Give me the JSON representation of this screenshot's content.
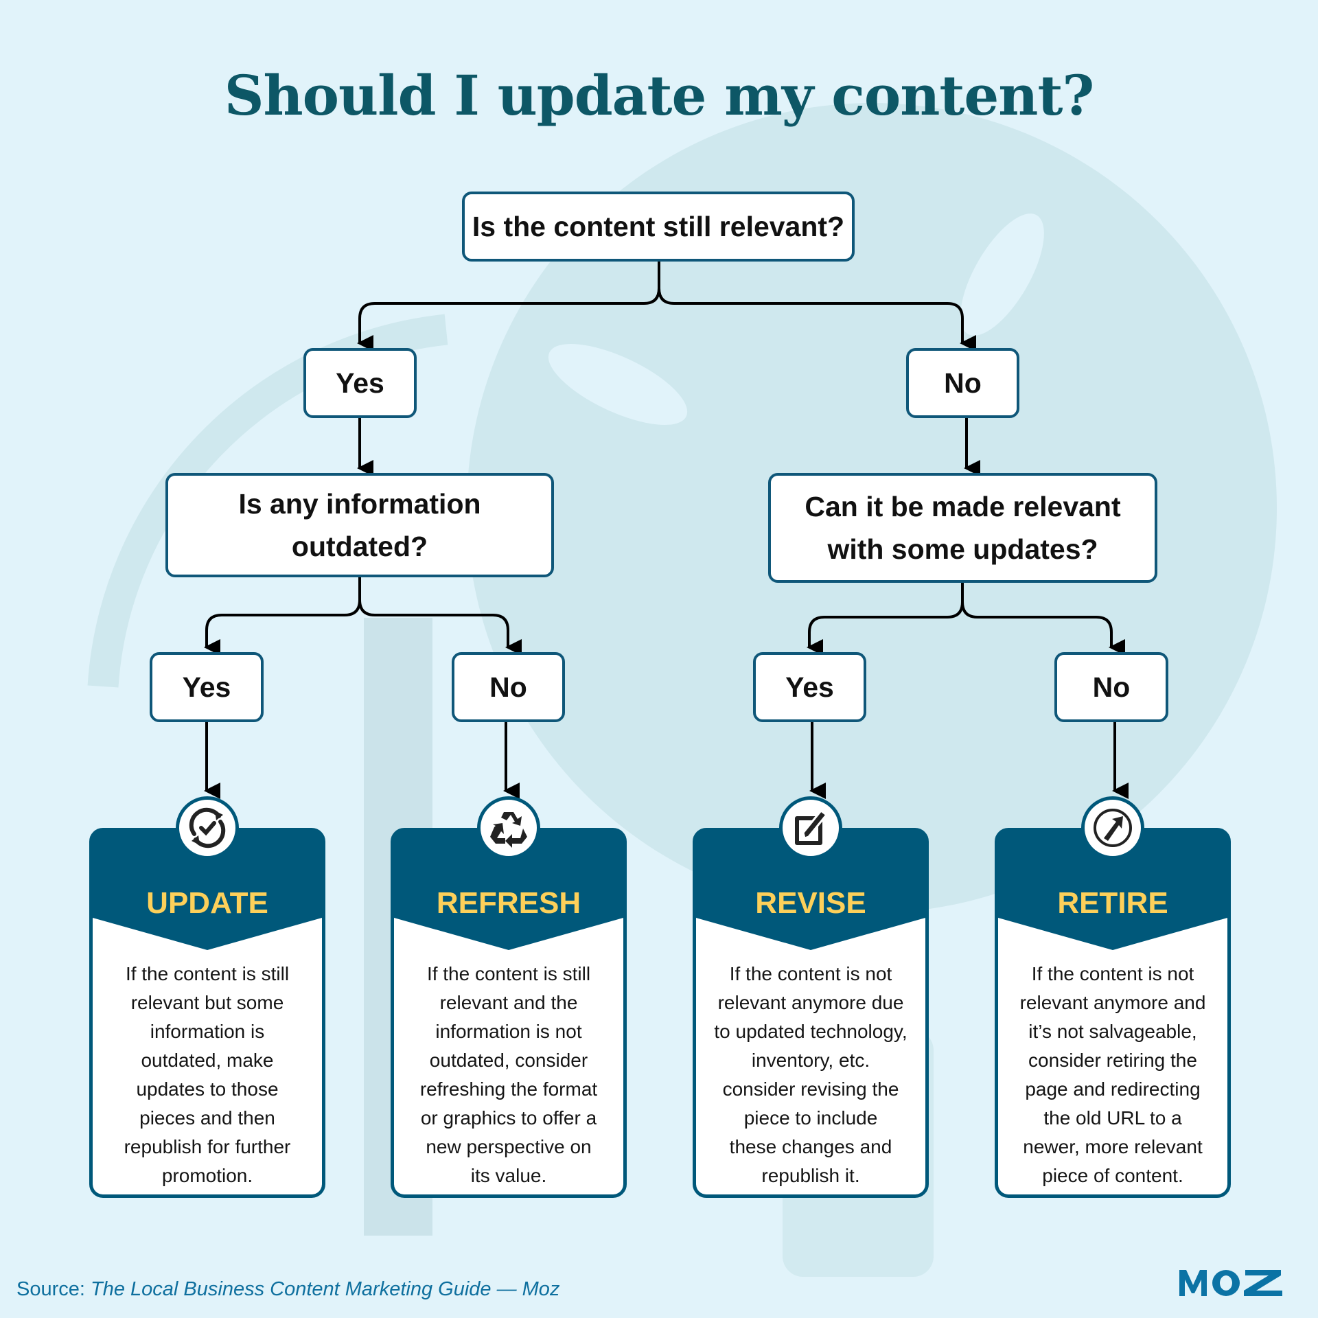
{
  "title": "Should I update my content?",
  "root_question": "Is the content still relevant?",
  "branches": {
    "yes_label": "Yes",
    "no_label": "No"
  },
  "left_question_lines": [
    "Is any information",
    "outdated?"
  ],
  "right_question_lines": [
    "Can it be made relevant",
    "with some updates?"
  ],
  "level3": [
    "Yes",
    "No",
    "Yes",
    "No"
  ],
  "cards": [
    {
      "icon": "sync-check-icon",
      "heading": "UPDATE",
      "lines": [
        "If the content is still",
        "relevant but some",
        "information is",
        "outdated, make",
        "updates to those",
        "pieces and then",
        "republish  for further",
        "promotion."
      ]
    },
    {
      "icon": "recycle-icon",
      "heading": "REFRESH",
      "lines": [
        "If the content is still",
        "relevant and the",
        "information is not",
        "outdated, consider",
        "refreshing the format",
        "or graphics to offer a",
        "new perspective on",
        "its value."
      ]
    },
    {
      "icon": "edit-icon",
      "heading": "REVISE",
      "lines": [
        "If the content is not",
        "relevant anymore due",
        "to updated technology,",
        "inventory, etc.",
        "consider revising the",
        "piece to include",
        "these changes and",
        "republish it."
      ]
    },
    {
      "icon": "redirect-arrow-icon",
      "heading": "RETIRE",
      "lines": [
        "If the content is not",
        "relevant anymore and",
        "it’s not salvageable,",
        "consider retiring the",
        "page and redirecting",
        "the old URL to a",
        "newer, more relevant",
        "piece of content."
      ]
    }
  ],
  "footer": {
    "source_prefix": "Source: ",
    "source_title": "The Local Business Content Marketing Guide — Moz",
    "logo_text": "MOZ"
  },
  "colors": {
    "background": "#e1f3fa",
    "title": "#0d5766",
    "card": "#00587a",
    "heading": "#fdd05a",
    "source": "#0e6f9e"
  }
}
